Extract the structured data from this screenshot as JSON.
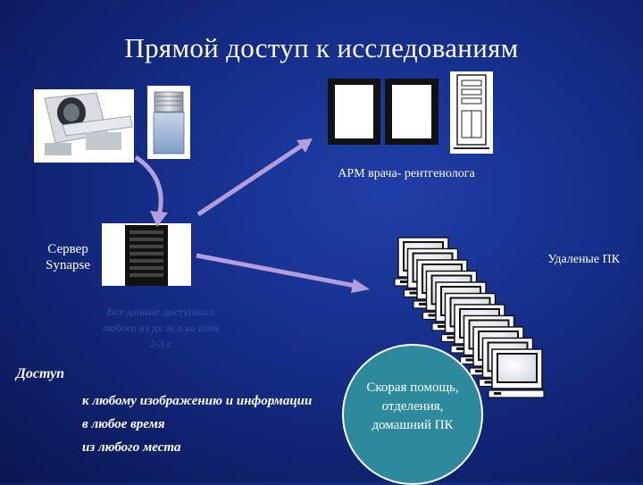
{
  "title": "Прямой доступ к исследованиям",
  "workstation_label": "АРМ врача- рентгенолога",
  "server_label": "Сервер Synapse",
  "remote_pc_label": "Удаленые ПК",
  "faded_note_line1": "Все данные доступны с",
  "faded_note_line2": "любого из дх эх л ко ихов",
  "faded_note_line3": "2-3 с",
  "access": {
    "heading": "Доступ",
    "items": [
      "к любому изображению и информации",
      "в любое время",
      "из любого места"
    ]
  },
  "circle": {
    "line1": "Скорая помощь,",
    "line2": "отделения,",
    "line3": "домашний ПК"
  },
  "colors": {
    "background": "#142c86",
    "arrow": "#b39ddb",
    "circle_fill": "#2d8a9c",
    "text": "#ffffff"
  },
  "icons": [
    "ct-scanner-icon",
    "mri-unit-icon",
    "monitor-icon",
    "tower-computer-icon",
    "server-rack-icon",
    "desktop-pc-icon",
    "curved-arrow-icon",
    "straight-arrow-icon"
  ]
}
